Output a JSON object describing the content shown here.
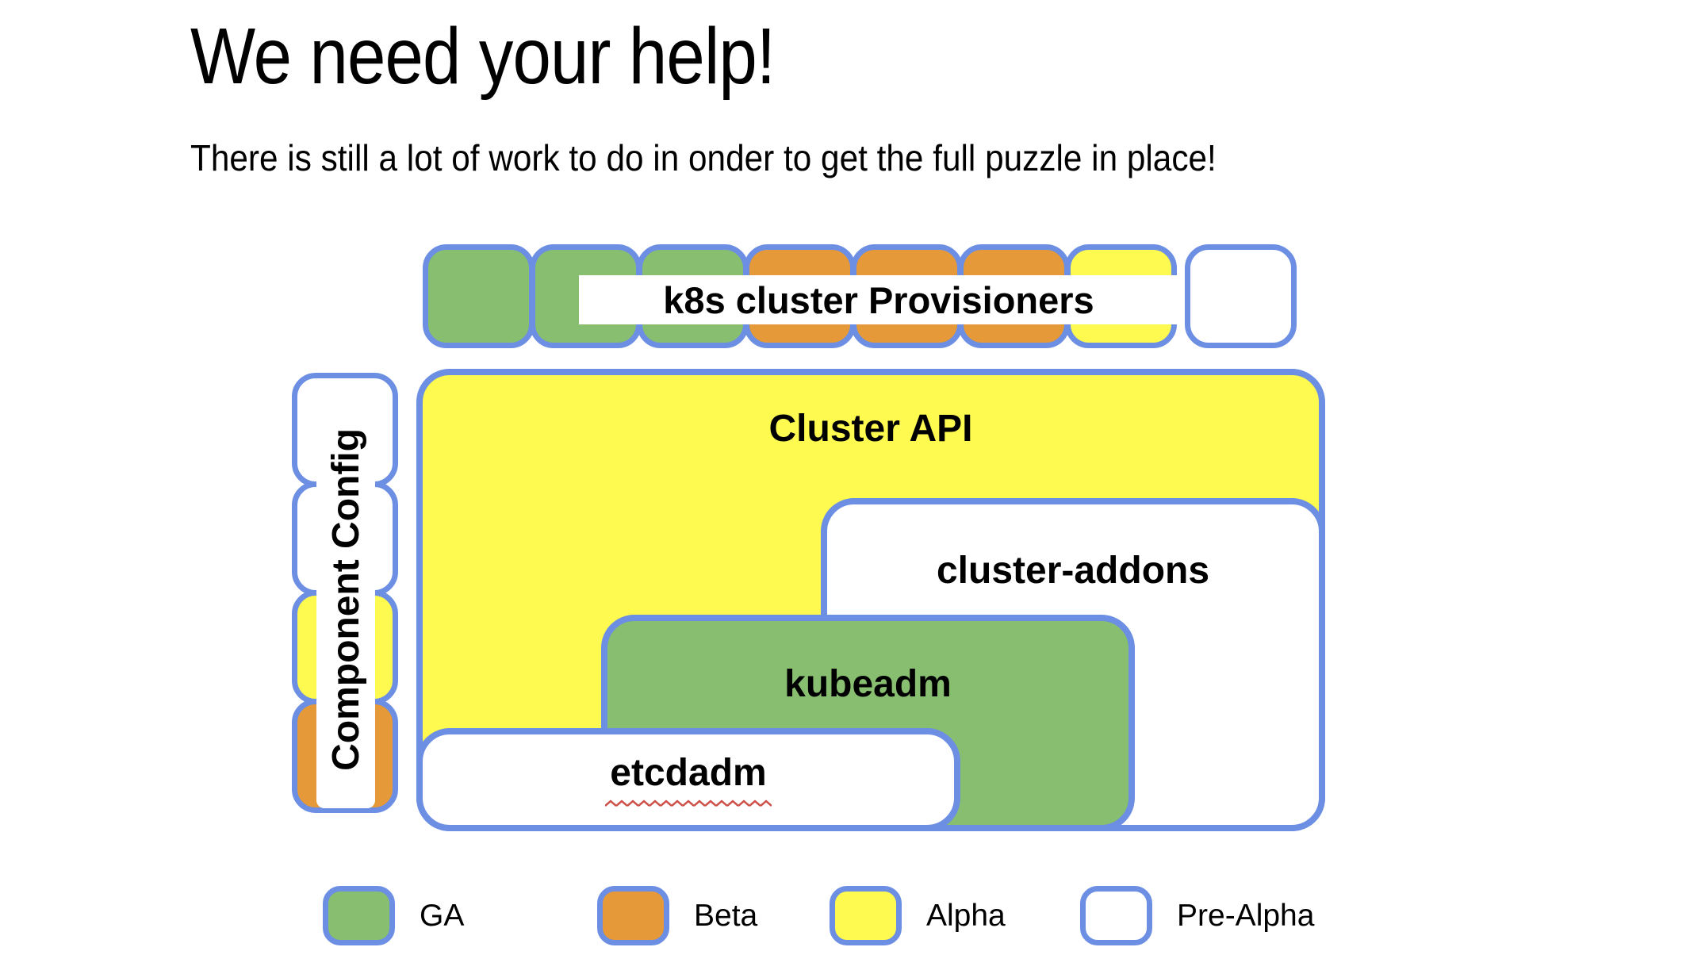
{
  "slide": {
    "title": "We need your help!",
    "subtitle": "There is still a lot of work to do in onder to get the full puzzle in place!"
  },
  "colors": {
    "ga": "#88BE70",
    "beta": "#E69938",
    "alpha": "#FEFA4F",
    "pre_alpha": "#FFFFFF",
    "border_blue": "#6C8EE3",
    "squiggle_red": "#CD5049"
  },
  "puzzle": {
    "provisioners_label": "k8s cluster Provisioners",
    "top_row_pieces": [
      "ga",
      "ga",
      "ga",
      "beta",
      "beta",
      "beta",
      "alpha",
      "pre_alpha"
    ],
    "component_config": {
      "label": "Component Config",
      "pieces": [
        "pre_alpha",
        "pre_alpha",
        "alpha",
        "beta"
      ]
    },
    "boxes": {
      "cluster_api": {
        "label": "Cluster API",
        "status": "alpha"
      },
      "cluster_addons": {
        "label": "cluster-addons",
        "status": "pre_alpha"
      },
      "kubeadm": {
        "label": "kubeadm",
        "status": "ga"
      },
      "etcdadm": {
        "label": "etcdadm",
        "status": "pre_alpha"
      }
    }
  },
  "legend": [
    {
      "label": "GA",
      "status": "ga"
    },
    {
      "label": "Beta",
      "status": "beta"
    },
    {
      "label": "Alpha",
      "status": "alpha"
    },
    {
      "label": "Pre-Alpha",
      "status": "pre_alpha"
    }
  ]
}
